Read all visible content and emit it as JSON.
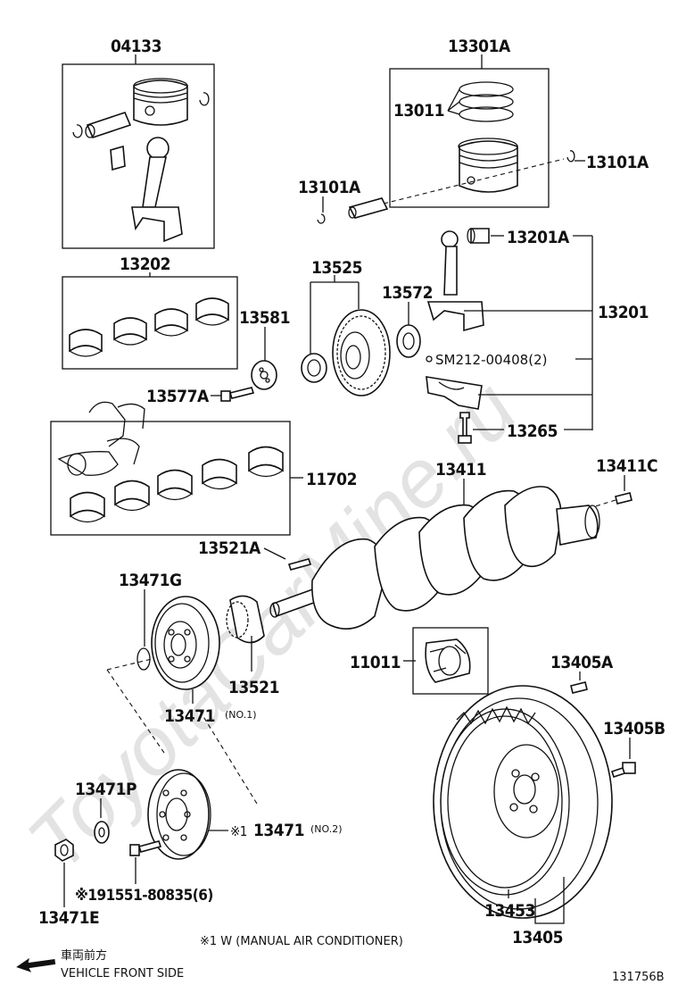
{
  "watermark": "ToyotaCarMine.ru",
  "labels": {
    "p04133": "04133",
    "p13301A": "13301A",
    "p13011": "13011",
    "p13101A_right": "13101A",
    "p13101A_left": "13101A",
    "p13201A": "13201A",
    "p13201": "13201",
    "p13202": "13202",
    "p13525": "13525",
    "p13572": "13572",
    "p13581": "13581",
    "p13577A": "13577A",
    "pSM212": "SM212-00408(2)",
    "p13265": "13265",
    "p11702": "11702",
    "p13411": "13411",
    "p13411C": "13411C",
    "p13521A": "13521A",
    "p13471G": "13471G",
    "p13521": "13521",
    "p11011": "11011",
    "p13405A": "13405A",
    "p13471no1": "13471",
    "no1": "(NO.1)",
    "p13405B": "13405B",
    "p13471P": "13471P",
    "p13471no2_prefix": "※1",
    "p13471no2": "13471",
    "no2": "(NO.2)",
    "p91551": "※191551-80835(6)",
    "p13471E": "13471E",
    "p13453": "13453",
    "p13405": "13405"
  },
  "footnote": "※1 W (MANUAL AIR CONDITIONER)",
  "direction": {
    "jp": "車両前方",
    "en": "VEHICLE FRONT SIDE"
  },
  "illustration_id": "131756B"
}
